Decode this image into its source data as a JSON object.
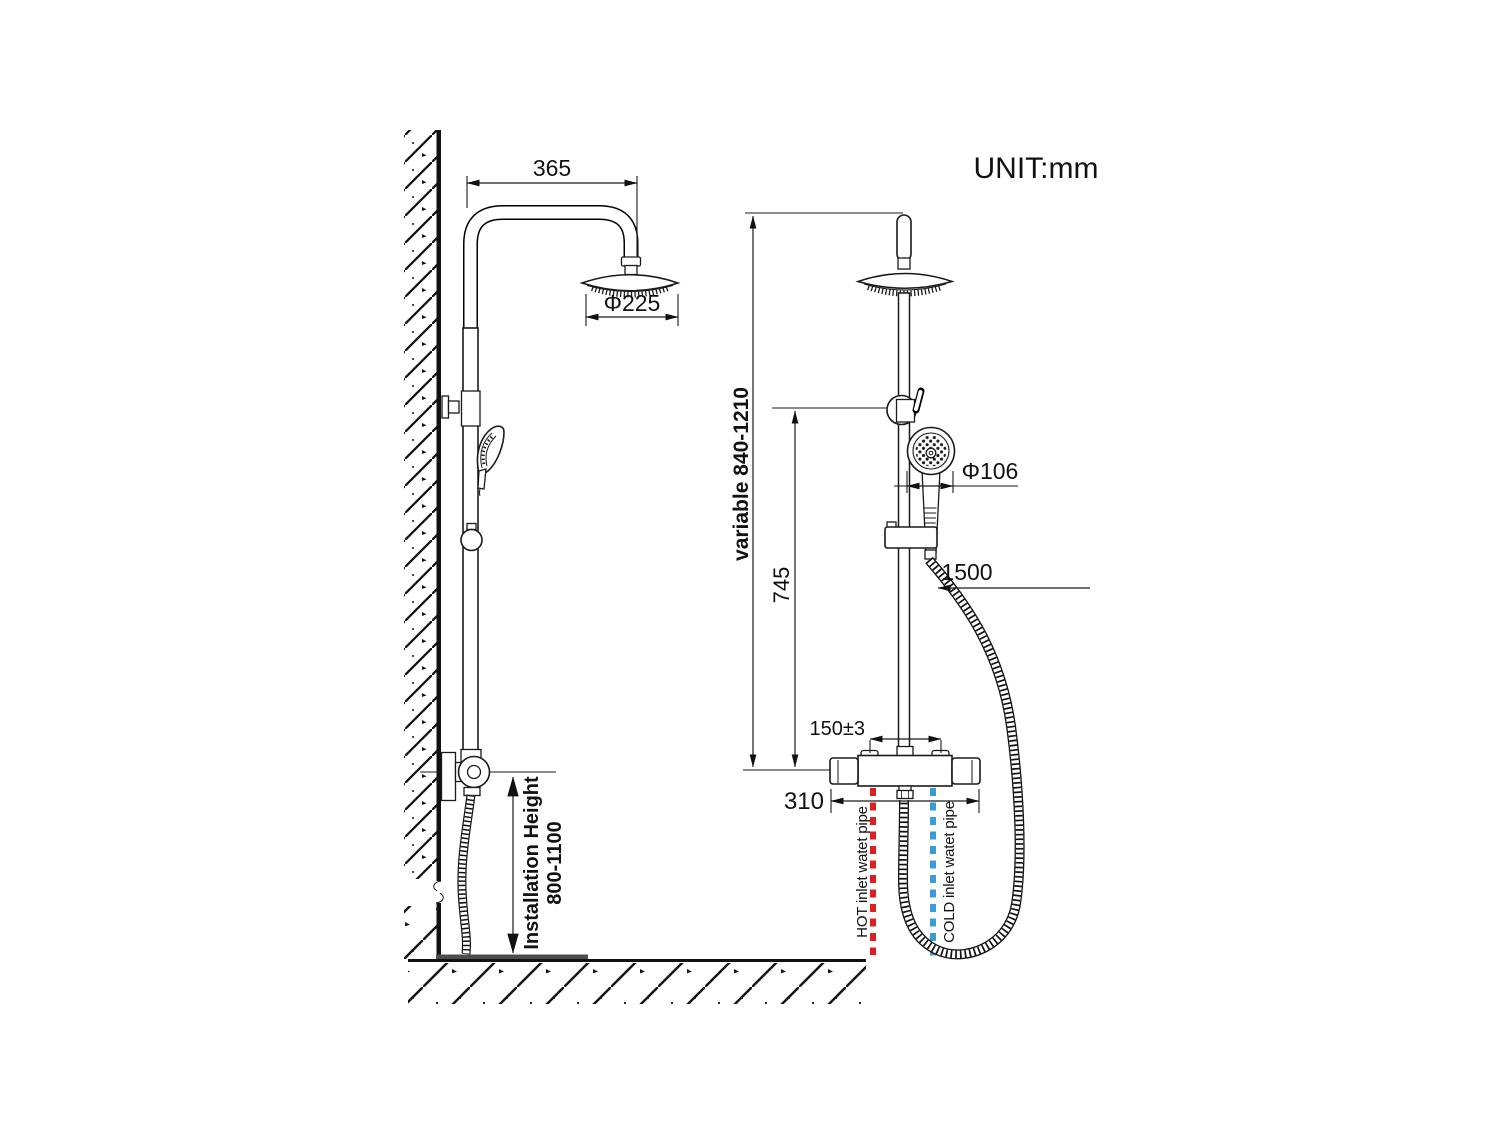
{
  "unit_label": "UNIT:mm",
  "colors": {
    "hot": "#dd1f23",
    "cold": "#3a9bd5"
  },
  "left_view": {
    "dim_arm_length": "365",
    "dim_head_diameter": "Φ225",
    "installation_height_label": "Installation Height",
    "installation_height_range": "800-1100"
  },
  "right_view": {
    "dim_total_height": "variable 840-1210",
    "dim_bracket_height": "745",
    "dim_hand_shower_diameter": "Φ106",
    "dim_hose_length": "1500",
    "dim_inlet_spacing": "150±3",
    "dim_valve_width": "310",
    "hot_pipe_label": "HOT inlet watet pipe",
    "cold_pipe_label": "COLD inlet watet pipe"
  }
}
